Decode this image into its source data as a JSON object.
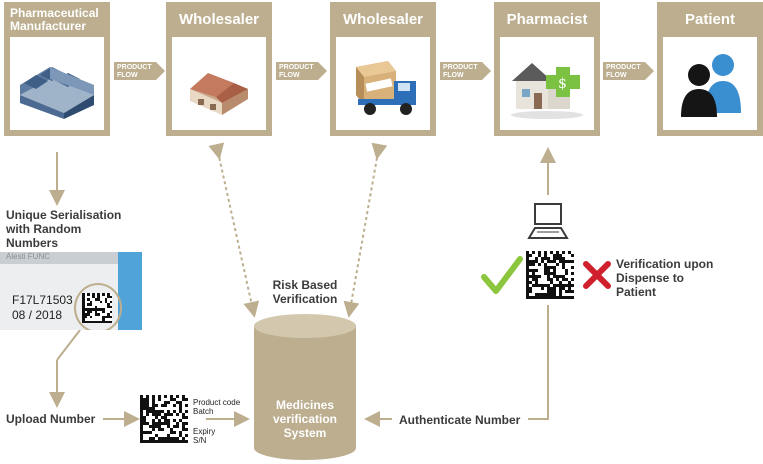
{
  "nodes": [
    {
      "title": "Pharmaceutical Manufacturer",
      "icon": "factory-icon"
    },
    {
      "title": "Wholesaler",
      "icon": "warehouse-icon"
    },
    {
      "title": "Wholesaler",
      "icon": "delivery-truck-icon"
    },
    {
      "title": "Pharmacist",
      "icon": "pharmacy-icon"
    },
    {
      "title": "Patient",
      "icon": "people-icon"
    }
  ],
  "flow_label": "PRODUCT FLOW",
  "serialisation": {
    "heading": "Unique Serialisation with Random Numbers",
    "pack_code": "F17L71503",
    "pack_date": "08 / 2018",
    "pack_banner": "Alesti FUNC"
  },
  "upload_label": "Upload Number",
  "barcode_fields": {
    "product_code": "Product code",
    "batch": "Batch",
    "expiry": "Expiry",
    "sn": "S/N"
  },
  "risk_label": "Risk Based Verification",
  "system_label": "Medicines verification System",
  "authenticate_label": "Authenticate Number",
  "verification_label": "Verification upon Dispense to Patient",
  "colors": {
    "tan": "#bcae8e",
    "text": "#3b3b3b",
    "check": "#8cc63f",
    "cross": "#d0202e"
  }
}
